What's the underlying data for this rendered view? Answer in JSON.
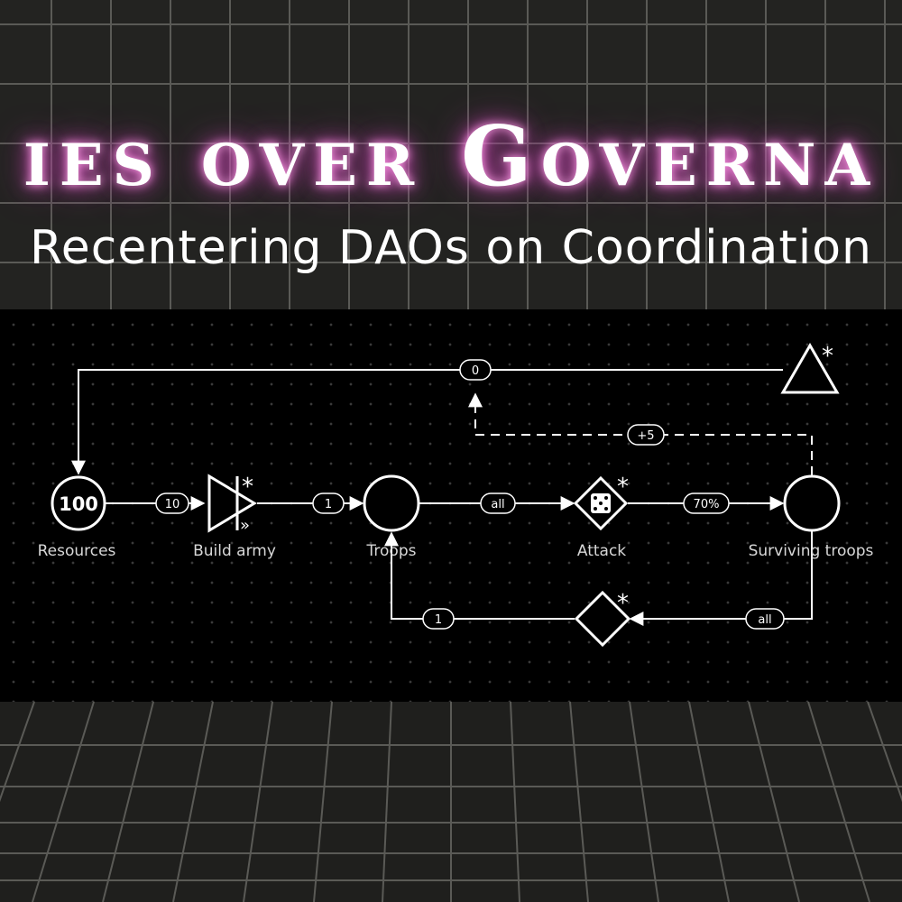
{
  "header": {
    "title": "ies over Governa",
    "subtitle": "Recentering DAOs on Coordination"
  },
  "diagram": {
    "nodes": {
      "resources": {
        "value": "100",
        "label": "Resources"
      },
      "build_army": {
        "label": "Build army",
        "marker": "*",
        "sub_marker": "»"
      },
      "troops": {
        "label": "Troops"
      },
      "attack": {
        "label": "Attack",
        "marker": "*"
      },
      "surviving": {
        "label": "Surviving troops"
      },
      "end_triangle": {
        "marker": "*"
      },
      "gate_bottom": {
        "marker": "*"
      }
    },
    "edges": {
      "resources_to_build": "10",
      "build_to_troops": "1",
      "troops_to_attack": "all",
      "attack_to_surviving": "70%",
      "top_feedback": "0",
      "surviving_to_top": "+5",
      "surviving_to_gate": "all",
      "gate_to_troops": "1"
    }
  },
  "colors": {
    "title_glow": "#d94fc0",
    "board_background": "#000000",
    "stroke": "#ffffff",
    "grid": "#5a5a56"
  }
}
